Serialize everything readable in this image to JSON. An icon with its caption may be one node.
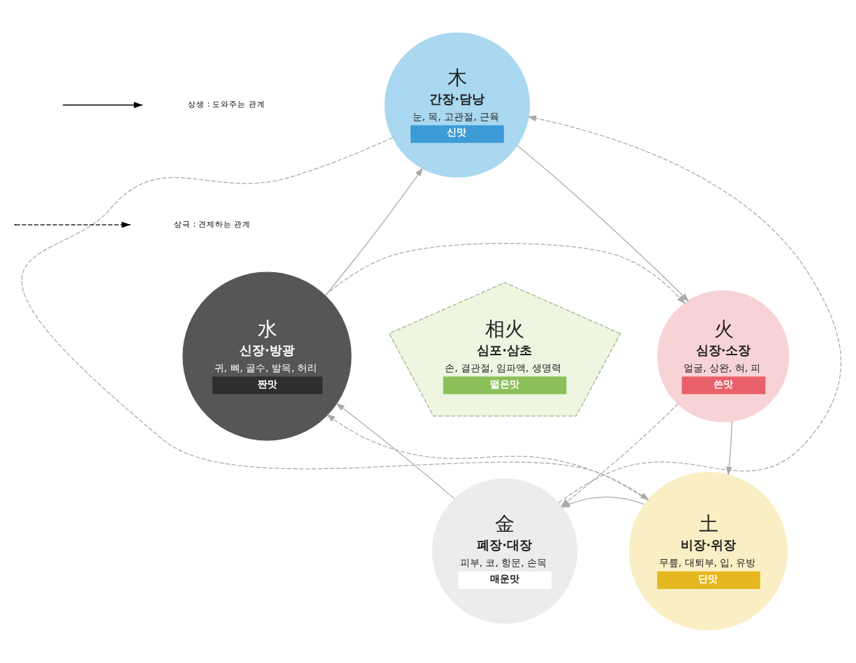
{
  "diagram": {
    "nodes": [
      {
        "text": [
          "木",
          "간장·담낭",
          "눈, 목, 고관절, 근육",
          "신맛"
        ]
      },
      {
        "text": [
          "火",
          "심장·소장",
          "얼굴, 상완, 혀, 피",
          "쓴맛"
        ]
      },
      {
        "text": [
          "土",
          "비장·위장",
          "무릎, 대퇴부, 입, 유방",
          "단맛"
        ]
      },
      {
        "text": [
          "金",
          "폐장·대장",
          "피부, 코, 항문, 손목",
          "매운맛"
        ]
      },
      {
        "text": [
          "水",
          "신장·방광",
          "귀, 뼈, 골수, 발목, 허리",
          "짠맛"
        ]
      },
      {
        "text": [
          "相火",
          "심포·삼초",
          "손, 결관절, 임파액, 생명력",
          "떫은맛"
        ]
      }
    ],
    "edges": [
      {
        "from": 0,
        "to": 1,
        "arrow": "to"
      },
      {
        "from": 1,
        "to": 2,
        "arrow": "to"
      },
      {
        "from": 2,
        "to": 3,
        "arrow": "to"
      },
      {
        "from": 3,
        "to": 4,
        "arrow": "to"
      },
      {
        "from": 4,
        "to": 0,
        "arrow": "to"
      },
      {
        "from": 4,
        "to": 1,
        "arrow": "to",
        "style": "dashed"
      },
      {
        "from": 0,
        "to": 2,
        "arrow": "to",
        "style": "dashed"
      },
      {
        "from": 1,
        "to": 3,
        "arrow": "to",
        "style": "dashed"
      },
      {
        "from": 3,
        "to": 0,
        "arrow": "to",
        "style": "dashed"
      },
      {
        "from": 2,
        "to": 4,
        "arrow": "to",
        "style": "dashed"
      }
    ],
    "legend": [
      {
        "text": "상생 : 도와주는 관계"
      },
      {
        "text": "상극 : 견제하는 관계"
      }
    ]
  }
}
